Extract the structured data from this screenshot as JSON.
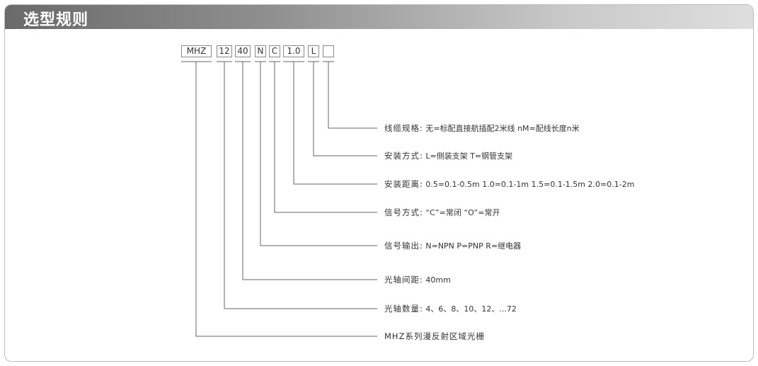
{
  "header": {
    "title": "选型规则"
  },
  "code": [
    "MHZ",
    "12",
    "40",
    "N",
    "C",
    "1.0",
    "L",
    ""
  ],
  "rows": [
    {
      "name": "线缆规格:",
      "value": "无=标配直接航插配2米线   nM=配线长度n米"
    },
    {
      "name": "安装方式:",
      "value": "L=侧装支架   T=钢管支架"
    },
    {
      "name": "安装距离:",
      "value": "0.5=0.1-0.5m    1.0=0.1-1m    1.5=0.1-1.5m    2.0=0.1-2m"
    },
    {
      "name": "信号方式:",
      "value": "“C”=常闭     “O”=常开"
    },
    {
      "name": "信号输出:",
      "value": "N=NPN    P=PNP    R=继电器"
    },
    {
      "name": "光轴间距:",
      "value": "40mm"
    },
    {
      "name": "光轴数量:",
      "value": "4、6、8、10、12、...72"
    },
    {
      "name": "MHZ系列漫反射区域光栅",
      "value": ""
    }
  ],
  "colors": {
    "line": "#666666",
    "text": "#333333",
    "border": "#8a8a8a"
  }
}
